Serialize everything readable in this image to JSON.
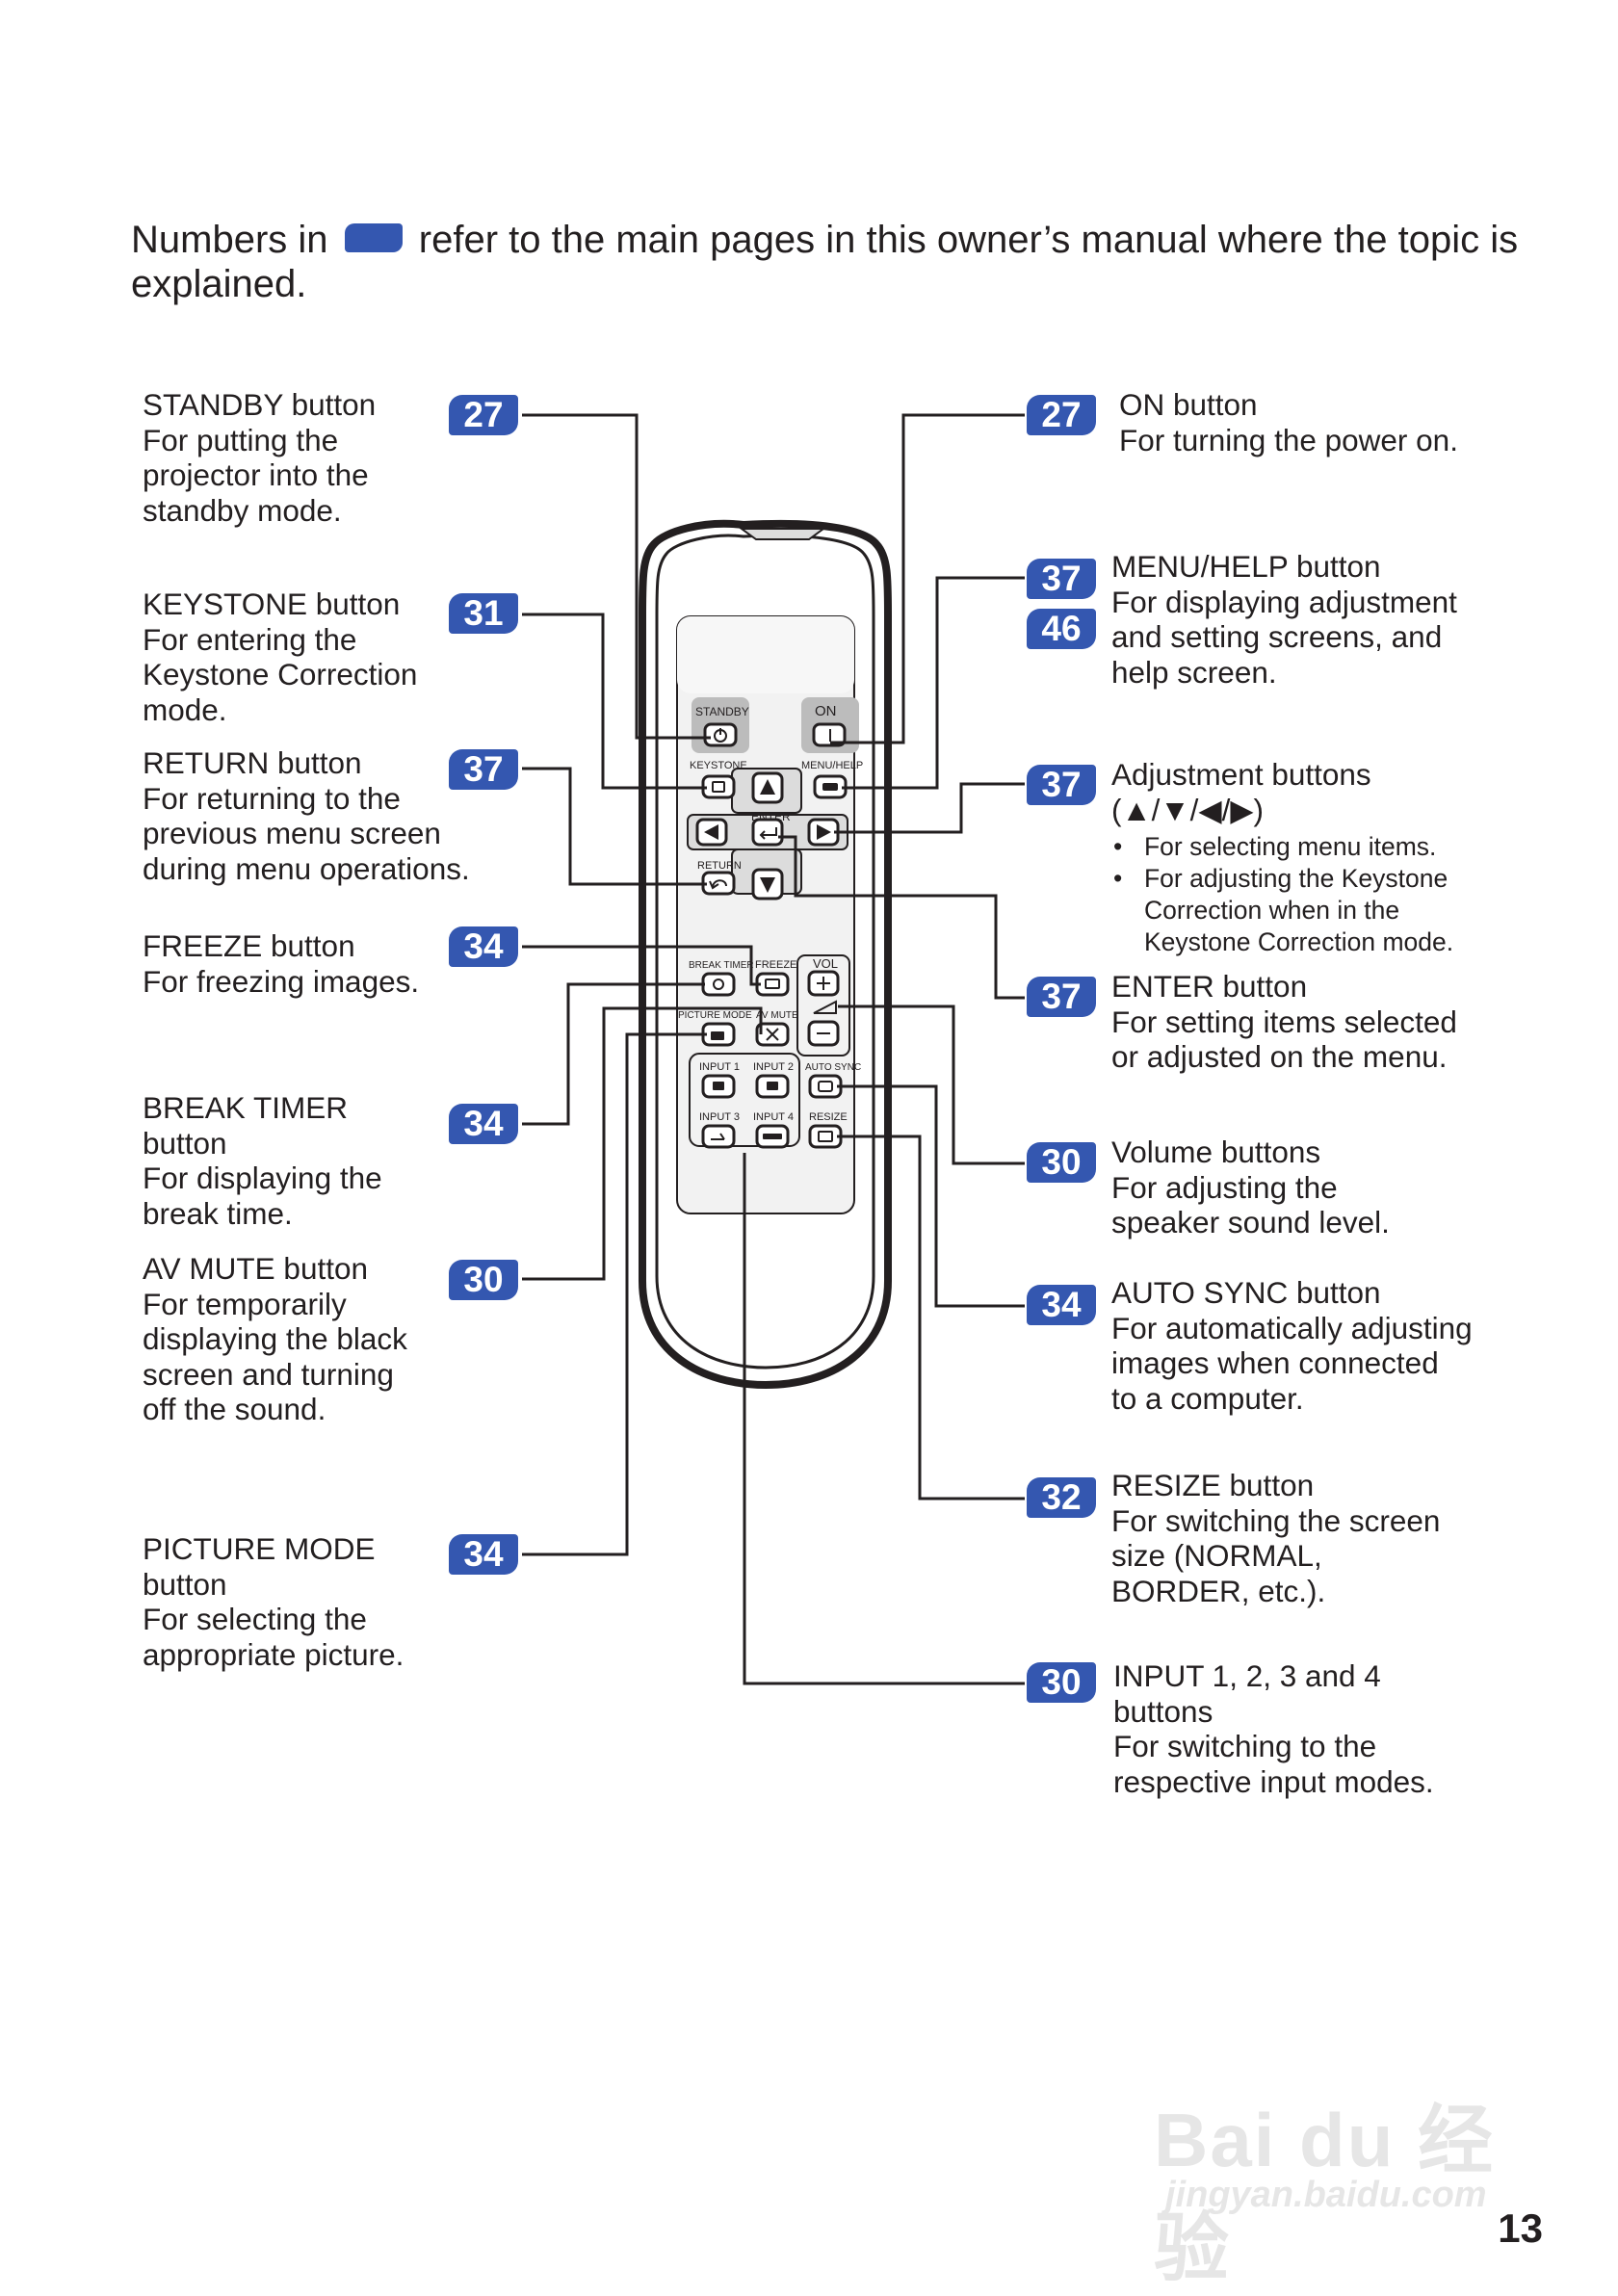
{
  "intro": {
    "before": "Numbers in",
    "after": "refer to the main pages in this owner’s manual where the topic is explained."
  },
  "left_callouts": [
    {
      "page": "27",
      "title": "STANDBY button",
      "desc": [
        "For putting the",
        "projector into the",
        "standby mode."
      ]
    },
    {
      "page": "31",
      "title": "KEYSTONE button",
      "desc": [
        "For entering the",
        "Keystone Correction",
        "mode."
      ]
    },
    {
      "page": "37",
      "title": "RETURN button",
      "desc": [
        "For returning to the",
        "previous menu screen",
        "during menu operations."
      ]
    },
    {
      "page": "34",
      "title": "FREEZE button",
      "desc": [
        "For freezing images."
      ]
    },
    {
      "page": "34",
      "title": "BREAK TIMER",
      "title2": "button",
      "desc": [
        "For displaying the",
        "break time."
      ]
    },
    {
      "page": "30",
      "title": "AV MUTE button",
      "desc": [
        "For temporarily",
        "displaying the black",
        "screen and turning",
        "off the sound."
      ]
    },
    {
      "page": "34",
      "title": "PICTURE MODE",
      "title2": "button",
      "desc": [
        "For selecting the",
        "appropriate picture."
      ]
    }
  ],
  "right_callouts": [
    {
      "page": "27",
      "title": "ON button",
      "desc": [
        "For turning the power on."
      ]
    },
    {
      "page": "37",
      "page2": "46",
      "title": "MENU/HELP button",
      "desc": [
        "For displaying adjustment",
        "and setting screens, and",
        "help screen."
      ]
    },
    {
      "page": "37",
      "title": "Adjustment buttons",
      "title2": "(▲/▼/◀/▶)",
      "bullets": [
        "For selecting menu items.",
        "For adjusting the Keystone Correction when in the Keystone Correction mode."
      ]
    },
    {
      "page": "37",
      "title": "ENTER button",
      "desc": [
        "For setting items selected",
        "or adjusted on the menu."
      ]
    },
    {
      "page": "30",
      "title": "Volume buttons",
      "desc": [
        "For adjusting the",
        "speaker sound level."
      ]
    },
    {
      "page": "34",
      "title": "AUTO SYNC button",
      "desc": [
        "For automatically adjusting",
        "images when connected",
        "to a computer."
      ]
    },
    {
      "page": "32",
      "title": "RESIZE button",
      "desc": [
        "For switching the screen",
        "size (NORMAL,",
        "BORDER, etc.)."
      ]
    },
    {
      "page": "30",
      "title": "INPUT 1, 2, 3 and 4",
      "title2": "buttons",
      "desc": [
        "For switching to the",
        "respective input modes."
      ]
    }
  ],
  "remote": {
    "labels": {
      "standby": "STANDBY",
      "on": "ON",
      "keystone": "KEYSTONE",
      "menu_help": "MENU/HELP",
      "enter": "ENTER",
      "return": "RETURN",
      "break_timer": "BREAK TIMER",
      "freeze": "FREEZE",
      "vol": "VOL",
      "picture_mode": "PICTURE MODE",
      "av_mute": "AV MUTE",
      "input1": "INPUT 1",
      "input2": "INPUT 2",
      "auto_sync": "AUTO SYNC",
      "input3": "INPUT 3",
      "input4": "INPUT 4",
      "resize": "RESIZE"
    }
  },
  "watermark": {
    "brand": "Bai du 经验",
    "url": "jingyan.baidu.com"
  },
  "page_number": "13",
  "colors": {
    "badge": "#3457b0",
    "text": "#231f20",
    "line": "#231f20"
  }
}
